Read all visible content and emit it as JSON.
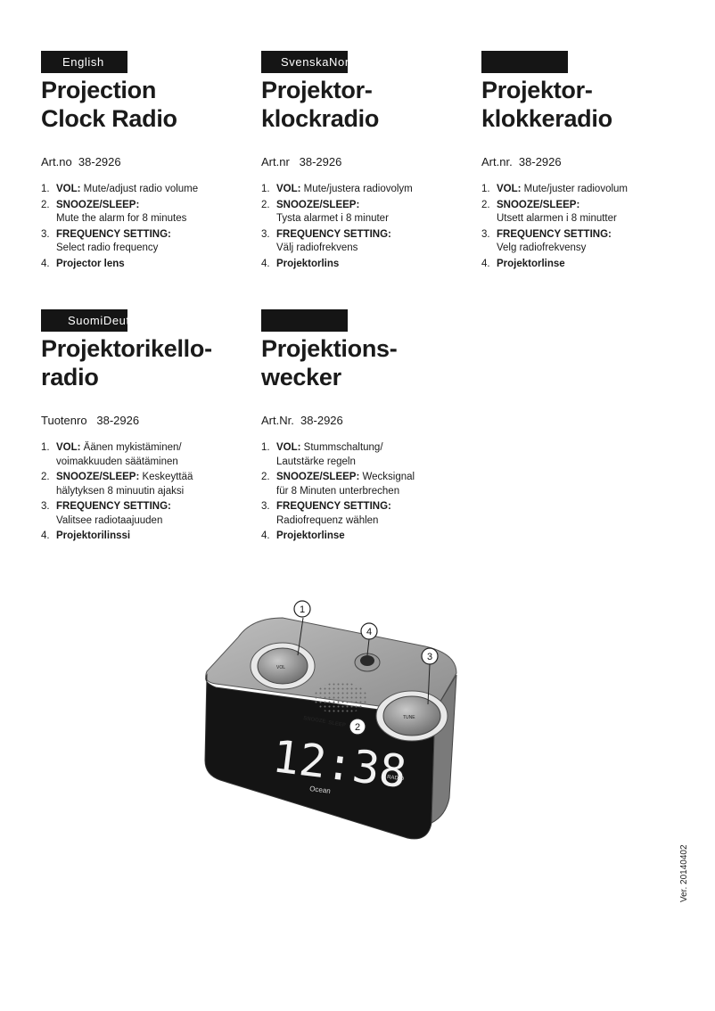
{
  "columns": [
    {
      "lang": "English",
      "title_line1": "Projection",
      "title_line2": "Clock Radio",
      "artno": "Art.no  38-2926",
      "items": [
        {
          "num": "1.",
          "label": "VOL:",
          "text": " Mute/adjust radio volume",
          "desc": ""
        },
        {
          "num": "2.",
          "label": "SNOOZE/SLEEP:",
          "text": "",
          "desc": "Mute the alarm for 8 minutes"
        },
        {
          "num": "3.",
          "label": "FREQUENCY SETTING:",
          "text": "",
          "desc": "Select radio frequency"
        },
        {
          "num": "4.",
          "label": "Projector lens",
          "text": "",
          "desc": ""
        }
      ]
    },
    {
      "lang": "SvenskaNor",
      "title_line1": "Projektor-",
      "title_line2": "klockradio",
      "artno": "Art.nr   38-2926",
      "items": [
        {
          "num": "1.",
          "label": "VOL:",
          "text": " Mute/justera radiovolym",
          "desc": ""
        },
        {
          "num": "2.",
          "label": "SNOOZE/SLEEP:",
          "text": "",
          "desc": "Tysta alarmet i 8 minuter"
        },
        {
          "num": "3.",
          "label": "FREQUENCY SETTING:",
          "text": "",
          "desc": "Välj radiofrekvens"
        },
        {
          "num": "4.",
          "label": "Projektorlins",
          "text": "",
          "desc": ""
        }
      ]
    },
    {
      "lang": "",
      "title_line1": "Projektor-",
      "title_line2": "klokkeradio",
      "artno": "Art.nr.  38-2926",
      "items": [
        {
          "num": "1.",
          "label": "VOL:",
          "text": " Mute/juster radiovolum",
          "desc": ""
        },
        {
          "num": "2.",
          "label": "SNOOZE/SLEEP:",
          "text": "",
          "desc": "Utsett alarmen i 8 minutter"
        },
        {
          "num": "3.",
          "label": "FREQUENCY SETTING:",
          "text": "",
          "desc": "Velg radiofrekvensy"
        },
        {
          "num": "4.",
          "label": "Projektorlinse",
          "text": "",
          "desc": ""
        }
      ]
    },
    {
      "lang": "SuomiDeut",
      "title_line1": "Projektorikello-",
      "title_line2": "radio",
      "artno": "Tuotenro   38-2926",
      "items": [
        {
          "num": "1.",
          "label": "VOL:",
          "text": " Äänen mykistäminen/",
          "desc": "voimakkuuden säätäminen"
        },
        {
          "num": "2.",
          "label": "SNOOZE/SLEEP:",
          "text": " Keskeyttää",
          "desc": "hälytyksen 8 minuutin ajaksi"
        },
        {
          "num": "3.",
          "label": "FREQUENCY SETTING:",
          "text": "",
          "desc": "Valitsee radiotaajuuden"
        },
        {
          "num": "4.",
          "label": "Projektorilinssi",
          "text": "",
          "desc": ""
        }
      ]
    },
    {
      "lang": "",
      "title_line1": "Projektions-",
      "title_line2": "wecker",
      "artno": "Art.Nr.  38-2926",
      "items": [
        {
          "num": "1.",
          "label": "VOL:",
          "text": " Stummschaltung/",
          "desc": "Lautstärke regeln"
        },
        {
          "num": "2.",
          "label": "SNOOZE/SLEEP:",
          "text": " Wecksignal",
          "desc": "für 8 Minuten unterbrechen"
        },
        {
          "num": "3.",
          "label": "FREQUENCY SETTING:",
          "text": "",
          "desc": "Radiofrequenz wählen"
        },
        {
          "num": "4.",
          "label": "Projektorlinse",
          "text": "",
          "desc": ""
        }
      ]
    }
  ],
  "figure": {
    "callouts": [
      "1",
      "4",
      "3",
      "2"
    ],
    "clock_time": "12:38",
    "button_vol": "VOL",
    "button_tune": "TUNE",
    "snooze_label": "SNOOZE",
    "sleep_label": "SLEEP",
    "radio_label": "RADIO",
    "brand": "Ocean",
    "colors": {
      "body": "#9a9a9a",
      "display": "#141414",
      "digits": "#f2f2f2"
    }
  },
  "version": "Ver. 20140402"
}
